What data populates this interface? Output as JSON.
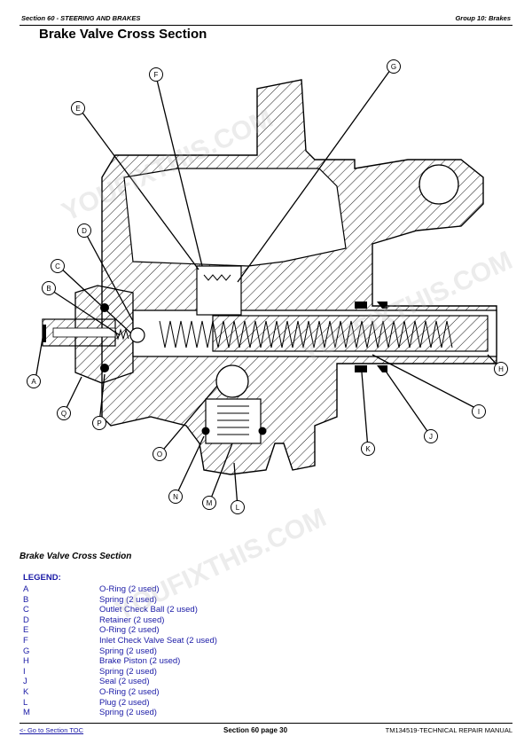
{
  "header": {
    "left": "Section 60 - STEERING AND BRAKES",
    "right": "Group 10: Brakes"
  },
  "title": "Brake Valve Cross Section",
  "callouts": [
    "A",
    "B",
    "C",
    "D",
    "E",
    "F",
    "G",
    "H",
    "I",
    "J",
    "K",
    "L",
    "M",
    "N",
    "O",
    "P",
    "Q"
  ],
  "caption": "Brake Valve Cross Section",
  "legend": {
    "heading": "LEGEND:",
    "items": [
      {
        "key": "A",
        "text": "O-Ring (2 used)"
      },
      {
        "key": "B",
        "text": "Spring (2 used)"
      },
      {
        "key": "C",
        "text": "Outlet Check Ball (2 used)"
      },
      {
        "key": "D",
        "text": "Retainer (2 used)"
      },
      {
        "key": "E",
        "text": "O-Ring (2 used)"
      },
      {
        "key": "F",
        "text": "Inlet Check Valve Seat (2 used)"
      },
      {
        "key": "G",
        "text": "Spring (2 used)"
      },
      {
        "key": "H",
        "text": "Brake Piston (2 used)"
      },
      {
        "key": "I",
        "text": "Spring (2 used)"
      },
      {
        "key": "J",
        "text": "Seal (2 used)"
      },
      {
        "key": "K",
        "text": "O-Ring (2 used)"
      },
      {
        "key": "L",
        "text": "Plug (2 used)"
      },
      {
        "key": "M",
        "text": "Spring (2 used)"
      }
    ]
  },
  "footer": {
    "link": "<- Go to Section TOC",
    "center": "Section 60 page 30",
    "right": "TM134519-TECHNICAL REPAIR MANUAL"
  },
  "watermark": "YOUFIXTHIS.COM"
}
